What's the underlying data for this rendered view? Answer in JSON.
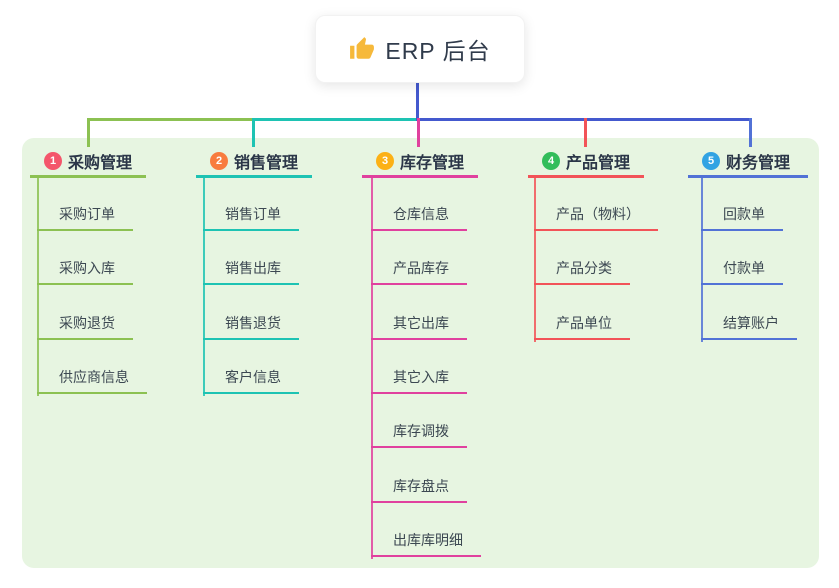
{
  "root": {
    "icon": "thumbs-up",
    "label": "ERP 后台"
  },
  "branches": [
    {
      "badge": "1",
      "label": "采购管理",
      "badge_color": "#f4566b",
      "line_color": "#8cc152",
      "children": [
        "采购订单",
        "采购入库",
        "采购退货",
        "供应商信息"
      ]
    },
    {
      "badge": "2",
      "label": "销售管理",
      "badge_color": "#f87c3e",
      "line_color": "#1ec3b3",
      "children": [
        "销售订单",
        "销售出库",
        "销售退货",
        "客户信息"
      ]
    },
    {
      "badge": "3",
      "label": "库存管理",
      "badge_color": "#fcb116",
      "line_color": "#e0419e",
      "children": [
        "仓库信息",
        "产品库存",
        "其它出库",
        "其它入库",
        "库存调拨",
        "库存盘点",
        "出库库明细"
      ]
    },
    {
      "badge": "4",
      "label": "产品管理",
      "badge_color": "#32bd5a",
      "line_color": "#f25358",
      "children": [
        "产品（物料）",
        "产品分类",
        "产品单位"
      ]
    },
    {
      "badge": "5",
      "label": "财务管理",
      "badge_color": "#32a3e3",
      "line_color": "#5272d6",
      "children": [
        "回款单",
        "付款单",
        "结算账户"
      ]
    }
  ],
  "colors": {
    "canvas_bg": "#ffffff",
    "panel_bg": "#e7f5e1",
    "stem_line": "#4459ce",
    "icon_color": "#f6b93b"
  }
}
